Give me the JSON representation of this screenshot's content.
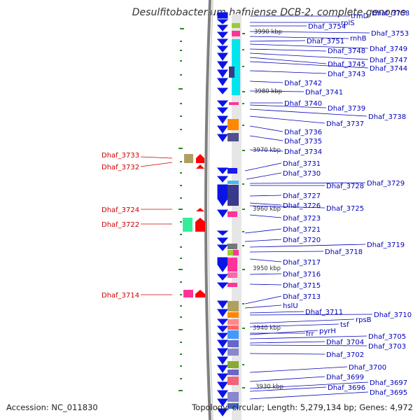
{
  "title": "Desulfitobacterium hafniense DCB-2, complete genome",
  "footer": {
    "accession": "Accession: NC_011830",
    "topology": "Topology: circular; Length: 5,279,134 bp; Genes: 4,972"
  },
  "colors": {
    "axis": "#7f7f7f",
    "right_label": "#0000bb",
    "left_label": "#cc0000",
    "arrow_right_strand": "#0a14e6",
    "arrow_left_strand": "#ff0000",
    "tick": "#2a8a2a"
  },
  "scale_labels": [
    "3990 kbp",
    "3980 kbp",
    "3970 kbp",
    "3960 kbp",
    "3950 kbp",
    "3940 kbp",
    "3930 kbp"
  ],
  "genes_right": [
    "trmD",
    "Dhaf_3758",
    "rplS",
    "Dhaf_3754",
    "Dhaf_3753",
    "rnhB",
    "Dhaf_3751",
    "Dhaf_3749",
    "Dhaf_3748",
    "Dhaf_3747",
    "Dhaf_3745",
    "Dhaf_3744",
    "Dhaf_3743",
    "Dhaf_3742",
    "Dhaf_3741",
    "Dhaf_3740",
    "Dhaf_3739",
    "Dhaf_3738",
    "Dhaf_3737",
    "Dhaf_3736",
    "Dhaf_3735",
    "Dhaf_3734",
    "Dhaf_3731",
    "Dhaf_3730",
    "Dhaf_3729",
    "Dhaf_3728",
    "Dhaf_3727",
    "Dhaf_3726",
    "Dhaf_3725",
    "Dhaf_3723",
    "Dhaf_3721",
    "Dhaf_3720",
    "Dhaf_3719",
    "Dhaf_3718",
    "Dhaf_3717",
    "Dhaf_3716",
    "Dhaf_3715",
    "Dhaf_3713",
    "hslU",
    "Dhaf_3711",
    "Dhaf_3710",
    "rpsB",
    "tsf",
    "frr",
    "pyrH",
    "Dhaf_3705",
    "Dhaf_3704",
    "Dhaf_3703",
    "Dhaf_3702",
    "Dhaf_3700",
    "Dhaf_3699",
    "Dhaf_3697",
    "Dhaf_3696",
    "Dhaf_3695"
  ],
  "genes_left": [
    "Dhaf_3733",
    "Dhaf_3732",
    "Dhaf_3724",
    "Dhaf_3722",
    "Dhaf_3714"
  ]
}
